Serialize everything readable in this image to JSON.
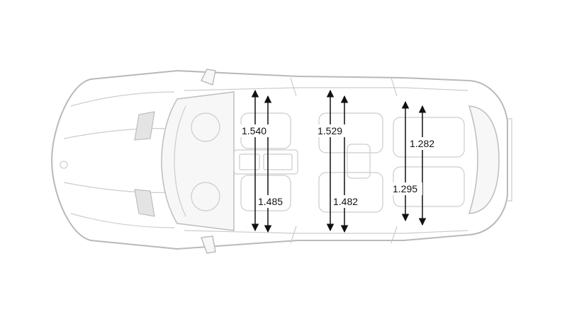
{
  "measurements": [
    {
      "id": "front-shoulder",
      "value": "1.540"
    },
    {
      "id": "front-elbow",
      "value": "1.485"
    },
    {
      "id": "second-shoulder",
      "value": "1.529"
    },
    {
      "id": "second-elbow",
      "value": "1.482"
    },
    {
      "id": "third-shoulder",
      "value": "1.282"
    },
    {
      "id": "third-elbow",
      "value": "1.295"
    }
  ],
  "colors": {
    "outline": "#b9b9b9",
    "dimension": "#111111"
  }
}
